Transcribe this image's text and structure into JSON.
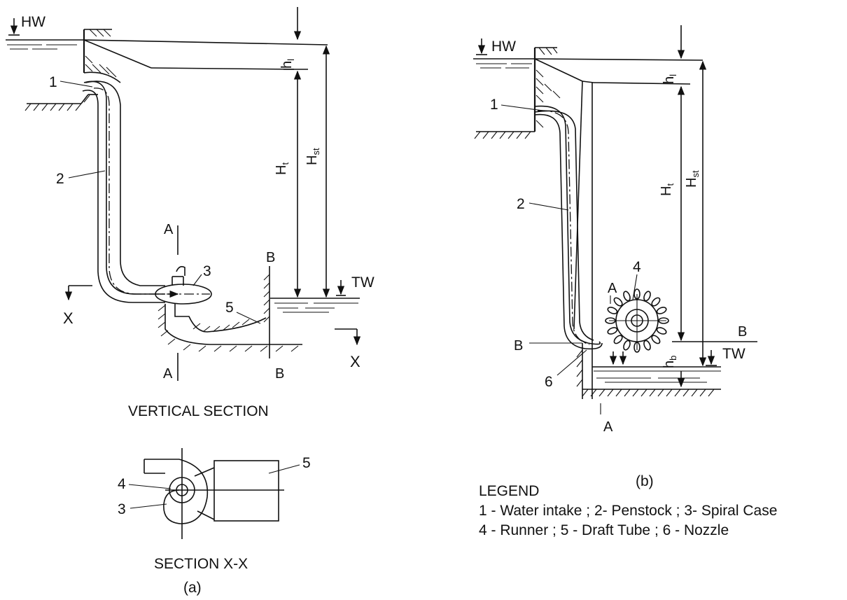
{
  "labels": {
    "hw": "HW",
    "tw": "TW",
    "hl_main": "h",
    "hl_sub": "l",
    "ht_main": "H",
    "ht_sub": "t",
    "hst_main": "H",
    "hst_sub": "st",
    "hb_main": "h",
    "hb_sub": "b",
    "n1": "1",
    "n2": "2",
    "n3": "3",
    "n4": "4",
    "n5": "5",
    "n6": "6",
    "a": "A",
    "b": "B",
    "x": "X"
  },
  "captions": {
    "vertical_section": "VERTICAL SECTION",
    "section_xx": "SECTION  X-X",
    "fig_a": "(a)",
    "fig_b": "(b)"
  },
  "legend": {
    "title": "LEGEND",
    "line1": "1 - Water intake ; 2- Penstock ; 3- Spiral Case",
    "line2": "4 - Runner ; 5 - Draft Tube ; 6 - Nozzle"
  }
}
